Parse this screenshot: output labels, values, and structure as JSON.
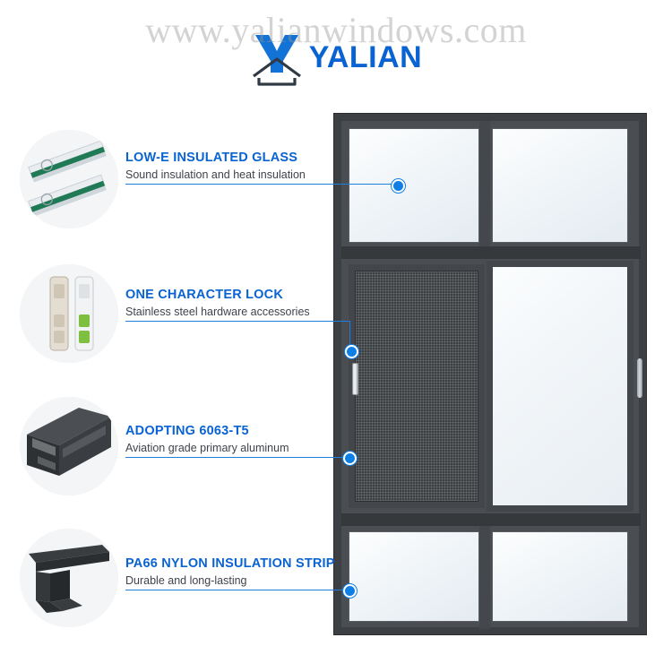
{
  "watermark": "www.yalianwindows.com",
  "brand": {
    "name": "YALIAN",
    "logo_icon": "yalian-y-house-logo",
    "accent_color": "#0a63d3"
  },
  "product": {
    "name": "aluminum sliding window",
    "icon": "sliding-window-drawing",
    "frame_color": "#3c4044",
    "glass_color": "#eef3f7",
    "screen_color": "#3b3f42",
    "handle_icon": "window-handle",
    "lock_icon": "sash-lock"
  },
  "features": [
    {
      "title": "LOW-E INSULATED GLASS",
      "subtitle": "Sound insulation and heat insulation",
      "thumb_icon": "insulated-glass-unit-thumbnail"
    },
    {
      "title": "ONE CHARACTER LOCK",
      "subtitle": "Stainless steel hardware accessories",
      "thumb_icon": "lock-hardware-thumbnail"
    },
    {
      "title": "ADOPTING 6063-T5",
      "subtitle": "Aviation grade primary aluminum",
      "thumb_icon": "aluminum-profile-thumbnail"
    },
    {
      "title": "PA66 NYLON INSULATION STRIP",
      "subtitle": "Durable and long-lasting",
      "thumb_icon": "nylon-insulation-strip-thumbnail"
    }
  ],
  "callout_line_color": "#1f7fe0",
  "callout_dot_color": "#0f7fe6"
}
